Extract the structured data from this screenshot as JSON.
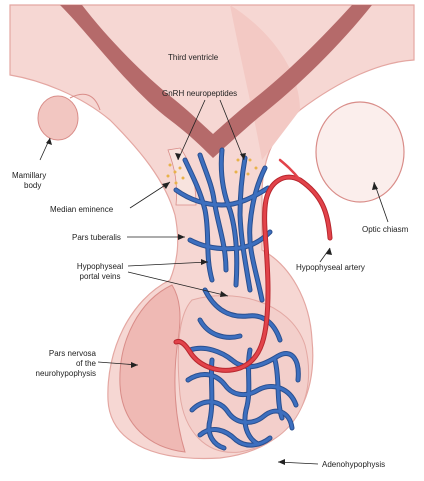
{
  "labels": {
    "third_ventricle": "Third ventricle",
    "gnrh": "GnRH neuropeptides",
    "mamillary_line1": "Mamillary",
    "mamillary_line2": "body",
    "median_eminence": "Median eminence",
    "optic_chiasm": "Optic chiasm",
    "pars_tuberalis": "Pars tuberalis",
    "hypophyseal_artery": "Hypophyseal artery",
    "portal_veins_line1": "Hypophyseal",
    "portal_veins_line2": "portal veins",
    "pars_nervosa_line1": "Pars nervosa",
    "pars_nervosa_line2": "of the",
    "pars_nervosa_line3": "neurohypophysis",
    "adenohypophysis": "Adenohypophysis"
  },
  "colors": {
    "tissue_light": "#f6d7d3",
    "tissue_mid": "#efb9b4",
    "tissue_dark": "#d98d89",
    "ventricle": "#b56a6a",
    "vein": "#3d6fbf",
    "vein_outline": "#2a4f8f",
    "artery": "#e2434a",
    "neuropeptide": "#e8b24a"
  }
}
